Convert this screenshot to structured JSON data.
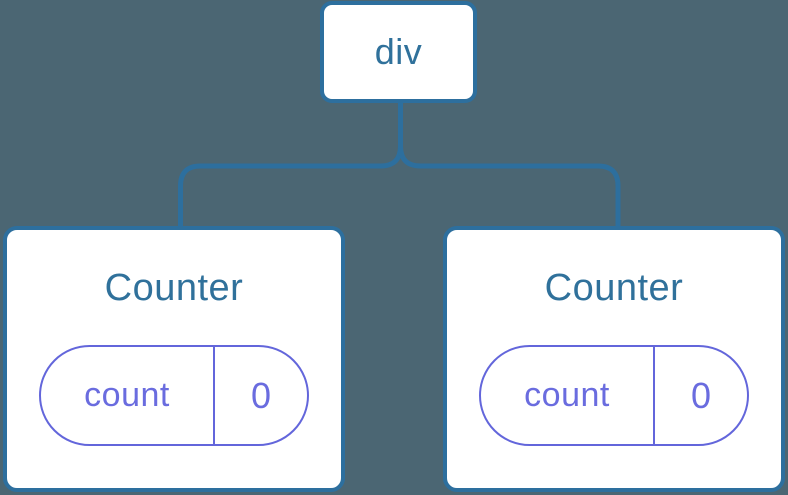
{
  "diagram": {
    "type": "react-component-tree",
    "colors": {
      "background": "#4B6673",
      "node_border": "#2D6F9E",
      "node_background": "#FFFFFF",
      "node_text": "#30719B",
      "connector": "#2D6F9E",
      "state_accent": "#6366DB",
      "state_text": "#6A6CDF"
    },
    "tree": {
      "root": {
        "label": "div"
      },
      "children": [
        {
          "title": "Counter",
          "state": {
            "key": "count",
            "value": "0"
          }
        },
        {
          "title": "Counter",
          "state": {
            "key": "count",
            "value": "0"
          }
        }
      ]
    }
  }
}
